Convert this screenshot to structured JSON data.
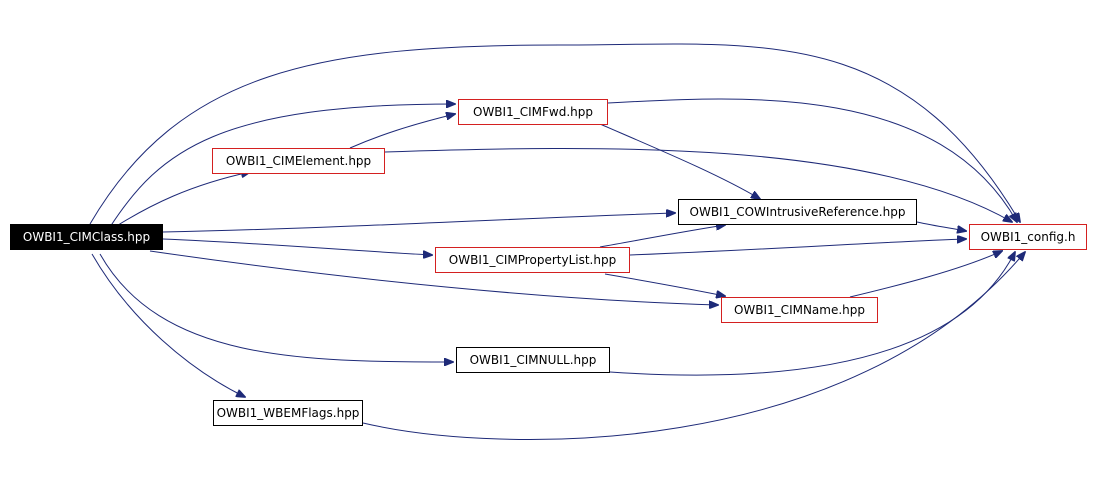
{
  "colors": {
    "edge": "#1e2a78",
    "node_border": "#000000",
    "node_border_linked": "#d42020",
    "root_fill": "#000000",
    "root_text": "#ffffff"
  },
  "nodes": {
    "cimclass": "OWBI1_CIMClass.hpp",
    "cimfwd": "OWBI1_CIMFwd.hpp",
    "cimelement": "OWBI1_CIMElement.hpp",
    "cowintrusive": "OWBI1_COWIntrusiveReference.hpp",
    "config": "OWBI1_config.h",
    "cimpropertylist": "OWBI1_CIMPropertyList.hpp",
    "cimname": "OWBI1_CIMName.hpp",
    "cimnull": "OWBI1_CIMNULL.hpp",
    "wbemflags": "OWBI1_WBEMFlags.hpp"
  }
}
